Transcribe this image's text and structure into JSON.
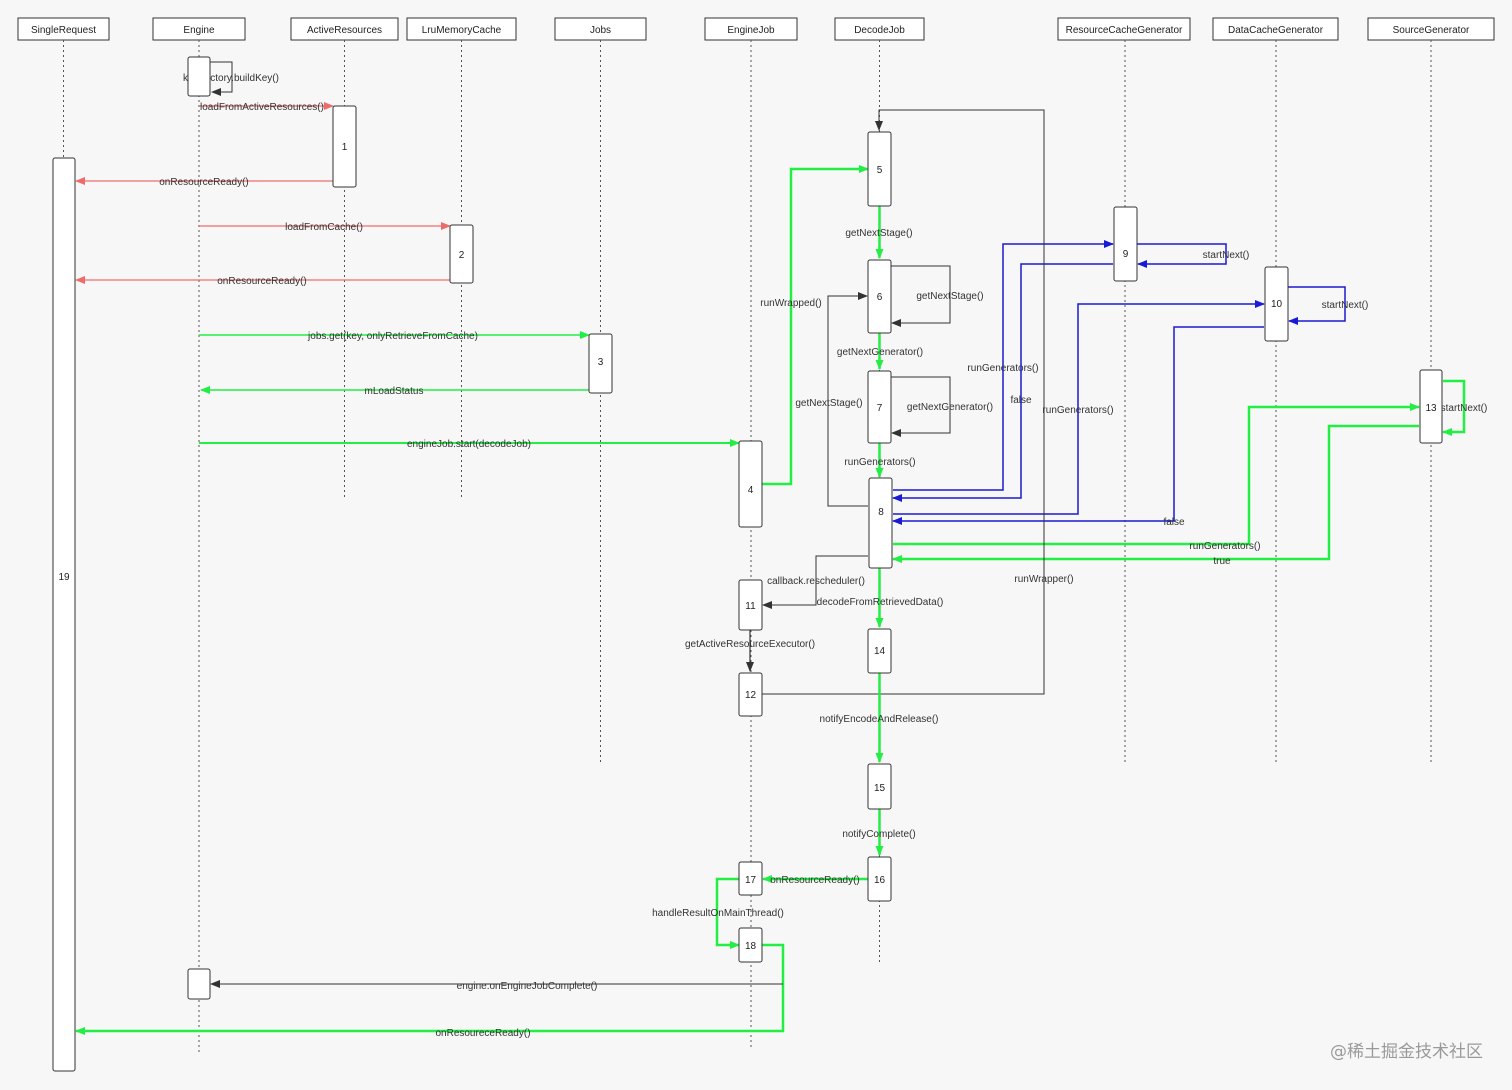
{
  "actors": [
    {
      "id": "single_request",
      "label": "SingleRequest"
    },
    {
      "id": "engine",
      "label": "Engine"
    },
    {
      "id": "active_resources",
      "label": "ActiveResources"
    },
    {
      "id": "lru_memory_cache",
      "label": "LruMemoryCache"
    },
    {
      "id": "jobs",
      "label": "Jobs"
    },
    {
      "id": "engine_job",
      "label": "EngineJob"
    },
    {
      "id": "decode_job",
      "label": "DecodeJob"
    },
    {
      "id": "resource_cache_generator",
      "label": "ResourceCacheGenerator"
    },
    {
      "id": "data_cache_generator",
      "label": "DataCacheGenerator"
    },
    {
      "id": "source_generator",
      "label": "SourceGenerator"
    }
  ],
  "activations": [
    "1",
    "2",
    "3",
    "4",
    "5",
    "6",
    "7",
    "8",
    "9",
    "10",
    "11",
    "12",
    "13",
    "14",
    "15",
    "16",
    "17",
    "18",
    "19"
  ],
  "messages": {
    "build_key": "keyFactory.buildKey()",
    "load_from_active": "loadFromActiveResources()",
    "on_resource_ready_1": "onResourceReady()",
    "load_from_cache": "loadFromCache()",
    "on_resource_ready_2": "onResourceReady()",
    "jobs_get": "jobs.get(key, onlyRetrieveFromCache)",
    "m_load_status": "mLoadStatus",
    "engine_job_start": "engineJob.start(decodeJob)",
    "run_wrapped": "runWrapped()",
    "get_next_stage_1": "getNextStage()",
    "get_next_stage_2": "getNextStage()",
    "get_next_stage_3": "getNextStage()",
    "get_next_generator_1": "getNextGenerator()",
    "get_next_generator_2": "getNextGenerator()",
    "run_generators_1": "runGenerators()",
    "run_generators_2": "runGenerators()",
    "run_generators_3": "runGenerators()",
    "run_generators_4": "runGenerators()",
    "start_next_1": "startNext()",
    "start_next_2": "startNext()",
    "start_next_3": "startNext()",
    "false_1": "false",
    "false_2": "false",
    "true_1": "true",
    "run_wrapper": "runWrapper()",
    "callback_rescheduler": "callback.rescheduler()",
    "decode_from_retrieved": "decodeFromRetrievedData()",
    "get_active_resource_executor": "getActiveResourceExecutor()",
    "notify_encode_and_release": "notifyEncodeAndRelease()",
    "notify_complete": "notifyComplete()",
    "on_resource_ready_3": "onResourceReady()",
    "handle_result_on_main_thread": "handleResultOnMainThread()",
    "engine_on_job_complete": "engine.onEngineJobComplete()",
    "on_resource_ready_final": "onResoureceReady()"
  },
  "watermark": "@稀土掘金技术社区",
  "colors": {
    "red": "#ee6b6b",
    "green": "#22ee44",
    "blue": "#1a1ad6",
    "black": "#333333",
    "line": "#444444"
  }
}
